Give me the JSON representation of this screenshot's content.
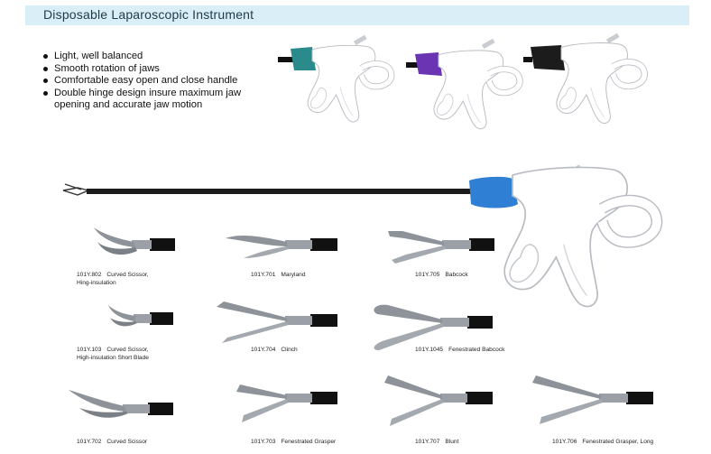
{
  "title": "Disposable Laparoscopic Instrument",
  "features": [
    "Light, well balanced",
    "Smooth rotation of jaws",
    "Comfortable easy open and close handle",
    "Double hinge design insure maximum jaw",
    "opening and accurate jaw motion"
  ],
  "colors": {
    "title_bar": "#d9eef6",
    "teal_knob": "#2a8a8c",
    "purple_knob": "#6a34b3",
    "black_knob": "#1c1c1c",
    "blue_knob": "#2f7fd4"
  },
  "instruments": [
    {
      "code": "101Y.802",
      "name": "Curved Scissor,",
      "name2": "Hing-insulation"
    },
    {
      "code": "101Y.701",
      "name": "Maryland"
    },
    {
      "code": "101Y.705",
      "name": "Babcock"
    },
    {
      "code": "101Y.103",
      "name": "Curved Scissor,",
      "name2": "High-insulation Short Blade"
    },
    {
      "code": "101Y.704",
      "name": "Clinch"
    },
    {
      "code": "101Y.1045",
      "name": "Fenestrated Babcock"
    },
    {
      "code": "101Y.702",
      "name": "Curved Scissor"
    },
    {
      "code": "101Y.703",
      "name": "Fenestrated Grasper"
    },
    {
      "code": "101Y.707",
      "name": "Blunt"
    },
    {
      "code": "101Y.706",
      "name": "Fenestrated Grasper, Long"
    }
  ]
}
